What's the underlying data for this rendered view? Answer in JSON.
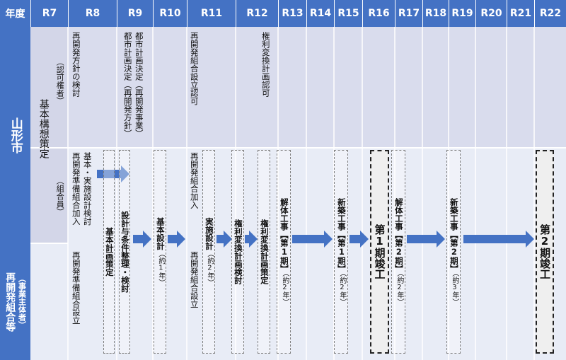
{
  "header": {
    "corner": "年度",
    "years": [
      "R7",
      "R8",
      "R9",
      "R10",
      "R11",
      "R12",
      "R13",
      "R14",
      "R15",
      "R16",
      "R17",
      "R18",
      "R19",
      "R20",
      "R21",
      "R22"
    ]
  },
  "rows": {
    "city": "山形市",
    "partner_main": "再開発組合等",
    "partner_paren": "（事業主体者）"
  },
  "sub": {
    "approver": "（認可権者）",
    "member": "（組合員）"
  },
  "basic_concept": "基本構想策定",
  "top_row": {
    "policy": "再開発方針の検討",
    "plan_a": "都市計画決定（再開発事業）",
    "plan_b": "都市計画決定（再開発方針）",
    "union_approval": "再開発組合設立認可",
    "rights_approval": "権利変換計画認可"
  },
  "middle_row": {
    "design_a": "基本・実施設計検討",
    "design_b": "再開発準備組合加入",
    "union_join": "再開発組合加入"
  },
  "bottom_row": {
    "prep_union": "再開発準備組合設立",
    "union_est": "再開発組合設立"
  },
  "boxes": {
    "basic_plan": "基本計画策定",
    "conditions": "設計与条件整理・検討",
    "basic_design": "基本設計",
    "basic_design_note": "（約1年）",
    "exec_design": "実施設計",
    "exec_design_note": "（約2年）",
    "rights_study": "権利変換計画検討",
    "rights_plan": "権利変換計画策定",
    "demolition1": "解体工事【第1期】",
    "demolition1_note": "（約2年）",
    "construction1": "新築工事【第1期】",
    "construction1_note": "（約2年）",
    "demolition2": "解体工事【第2期】",
    "demolition2_note": "（約2年）",
    "construction2": "新築工事【第2期】",
    "construction2_note": "（約3年）"
  },
  "milestones": {
    "phase1": "第1期竣工",
    "phase2": "第2期竣工"
  },
  "colors": {
    "header_blue": "#4472c4",
    "top_band": "#d9dced",
    "lower_band": "#e8ecf6",
    "arrow_blue": "#4472c4",
    "grid_line": "#ffffff"
  }
}
